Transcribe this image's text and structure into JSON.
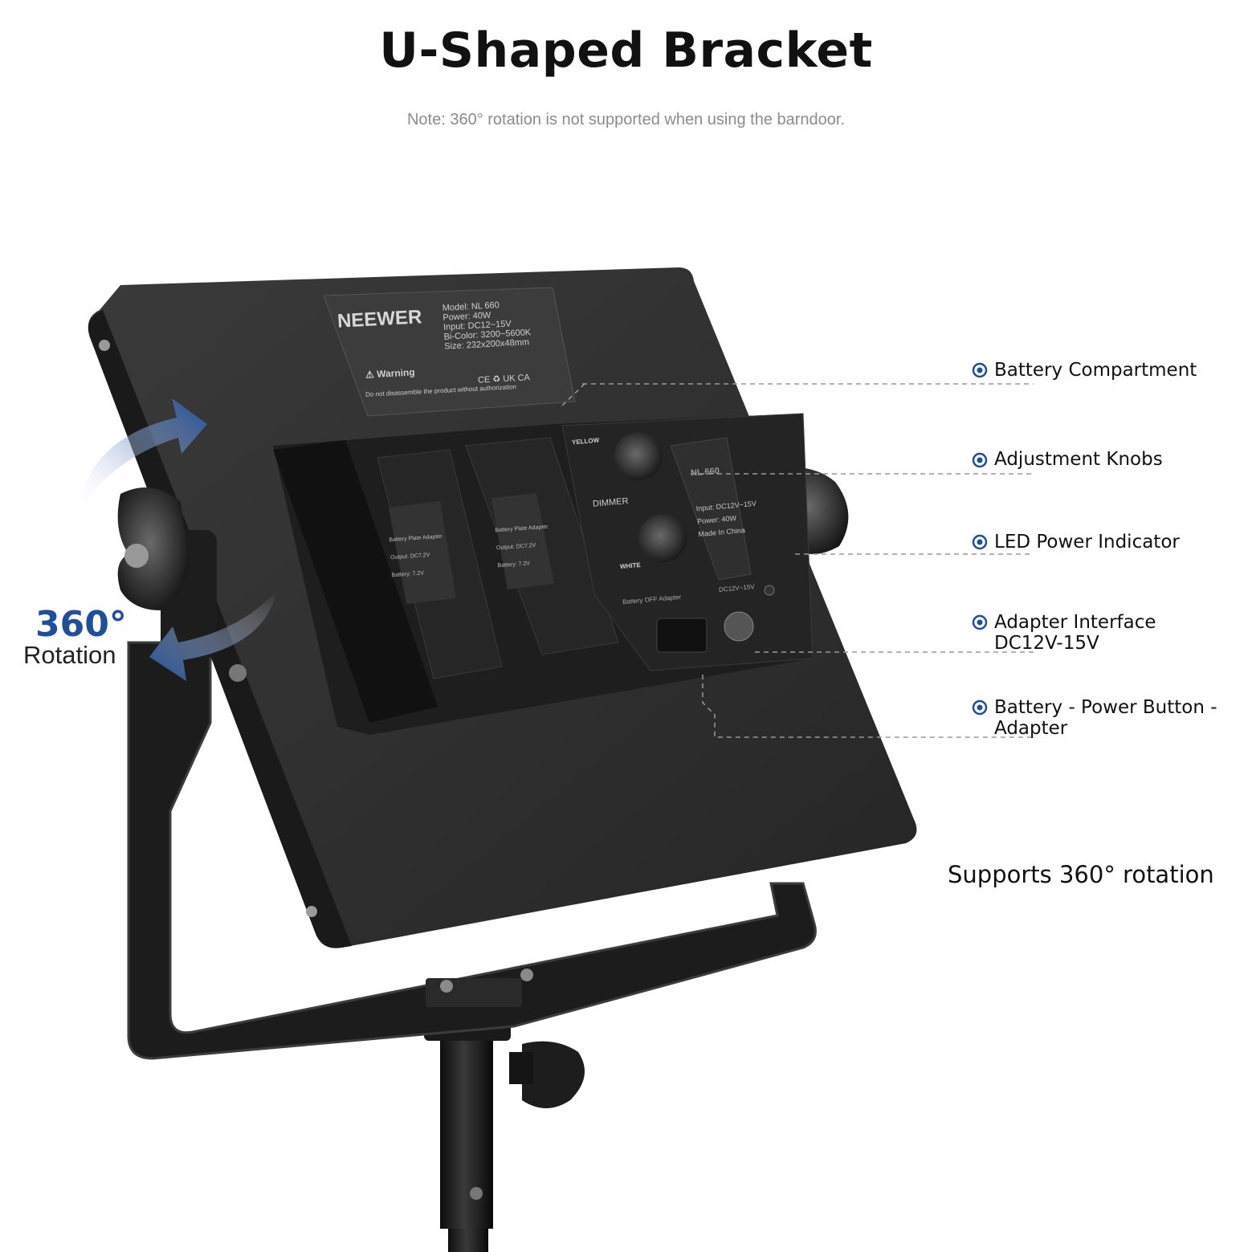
{
  "title": "U-Shaped Bracket",
  "note": "Note: 360° rotation is not supported when using the barndoor.",
  "rotation": {
    "number": "360°",
    "word": "Rotation"
  },
  "callouts": [
    {
      "line1": "Battery Compartment",
      "line2": ""
    },
    {
      "line1": "Adjustment Knobs",
      "line2": ""
    },
    {
      "line1": "LED Power Indicator",
      "line2": ""
    },
    {
      "line1": "Adapter Interface",
      "line2": "DC12V-15V"
    },
    {
      "line1": "Battery - Power Button -",
      "line2": "Adapter"
    }
  ],
  "supports": "Supports 360° rotation",
  "label_plate": {
    "brand": "NEEWER",
    "model": "Model: NL 660",
    "power": "Power: 40W",
    "input": "Input: DC12~15V",
    "bicolor": "Bi-Color: 3200~5600K",
    "size": "Size: 232x200x48mm",
    "warning": "Warning",
    "disclaimer": "Do not disassemble the product without authorization",
    "marks": "CE ♻ UK CA"
  },
  "battery_plates": [
    {
      "title": "Battery Plate Adapter",
      "output": "Output: DC7.2V",
      "battery": "Battery: 7.2V"
    },
    {
      "title": "Battery Plate Adapter",
      "output": "Output: DC7.2V",
      "battery": "Battery: 7.2V"
    }
  ],
  "control_panel": {
    "yellow": "YELLOW",
    "dimmer": "DIMMER",
    "white": "WHITE",
    "model": "NL 660",
    "input": "Input: DC12V~15V",
    "power": "Power: 40W",
    "made_in": "Made In China",
    "switch_labels": "Battery   OFF   Adapter",
    "dc_label": "DC12V~15V"
  },
  "colors": {
    "accent": "#1f4e9a",
    "panel": "#2b2b2b",
    "note": "#8c8c8c"
  }
}
